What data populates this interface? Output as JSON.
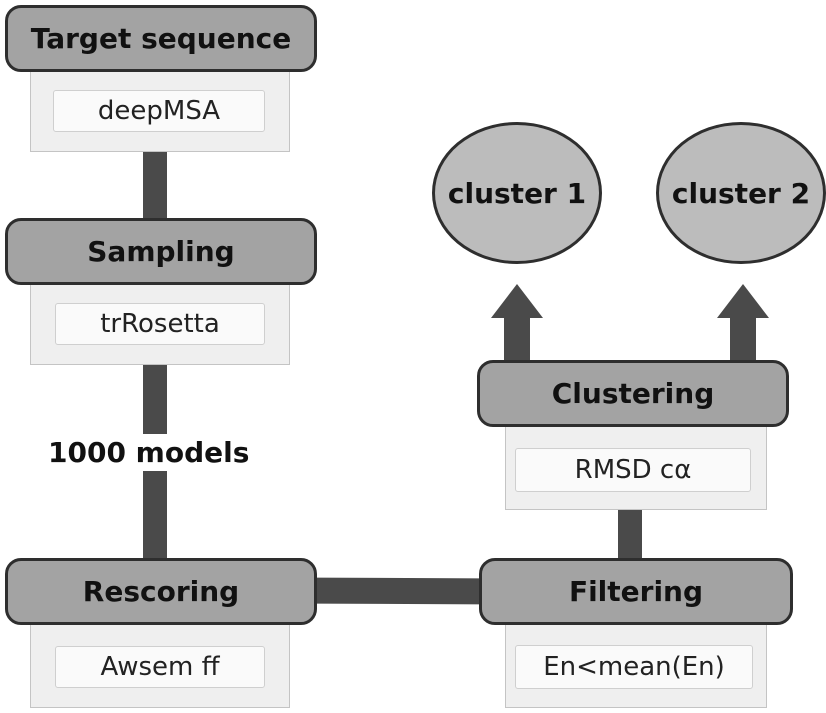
{
  "steps": {
    "target": {
      "title": "Target sequence",
      "tool": "deepMSA"
    },
    "sampling": {
      "title": "Sampling",
      "tool": "trRosetta"
    },
    "rescoring": {
      "title": "Rescoring",
      "tool": "Awsem ff"
    },
    "filtering": {
      "title": "Filtering",
      "tool": "En<mean(En)"
    },
    "clustering": {
      "title": "Clustering",
      "tool": "RMSD cα"
    }
  },
  "edge_label": "1000 models",
  "clusters": [
    "cluster 1",
    "cluster 2"
  ]
}
